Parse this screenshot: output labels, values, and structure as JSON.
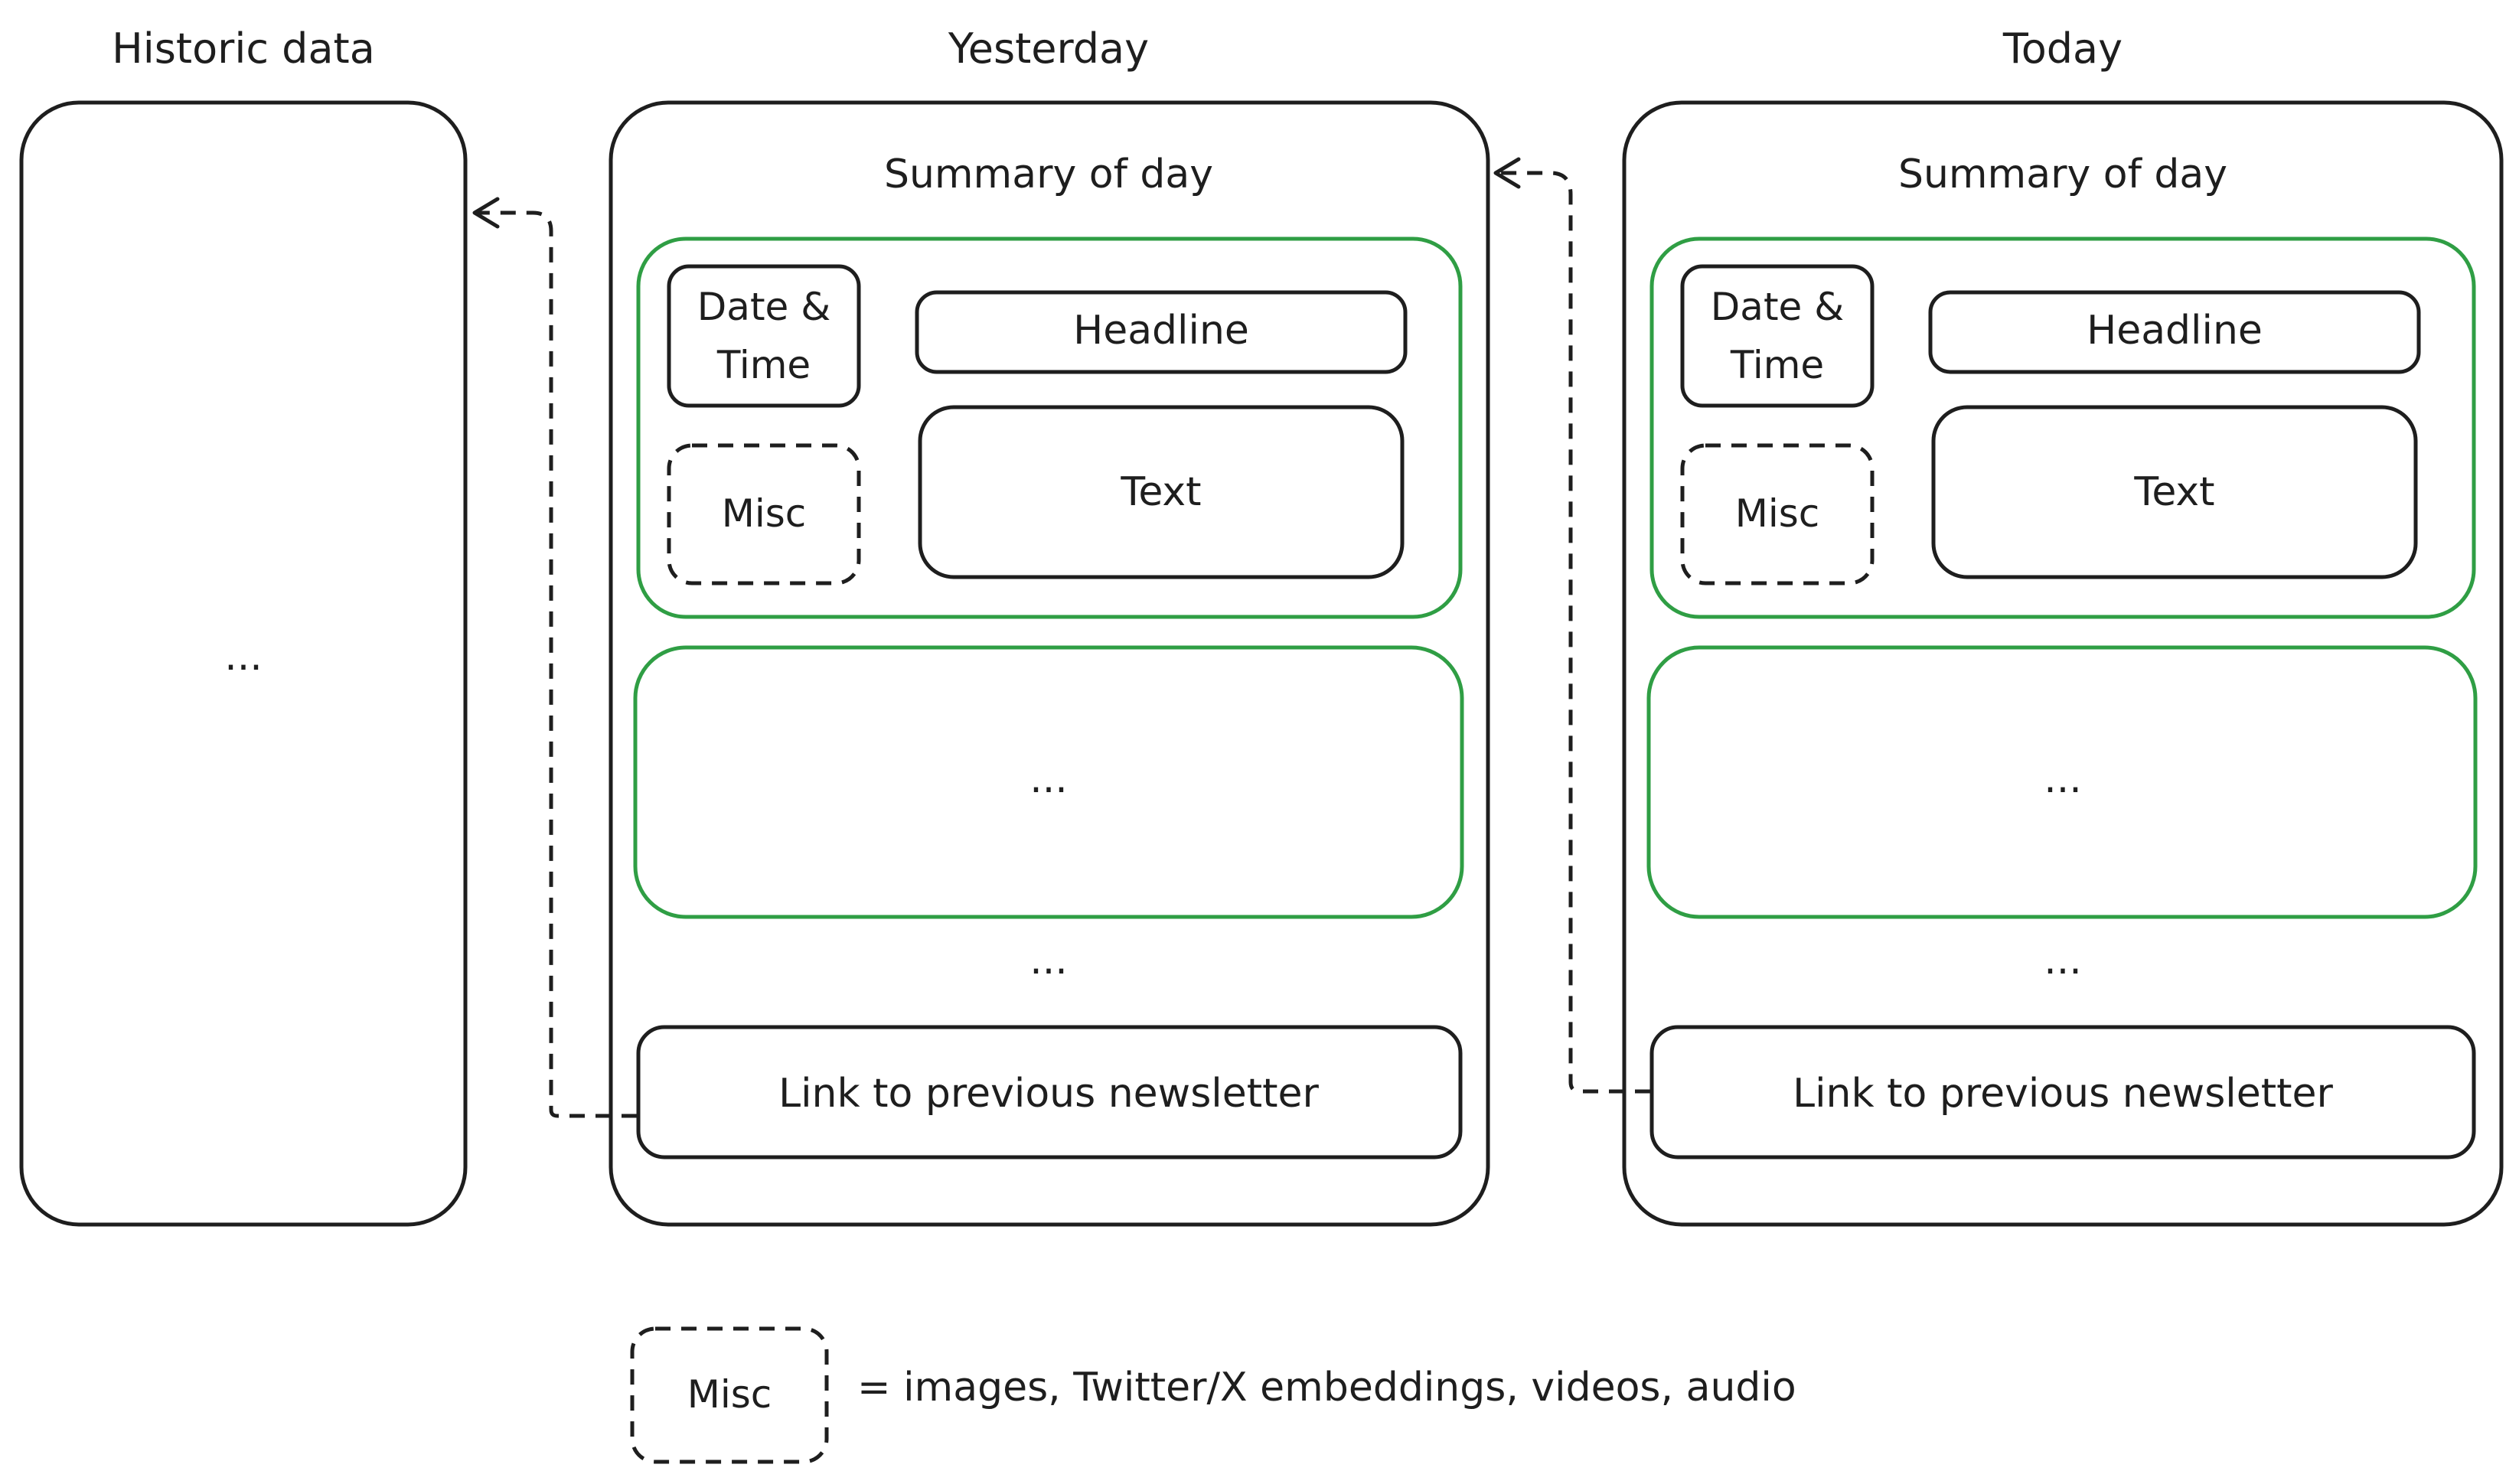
{
  "columns": {
    "historic": {
      "title": "Historic data",
      "content": "..."
    },
    "yesterday": {
      "title": "Yesterday",
      "summary": "Summary of day",
      "date_time_line1": "Date &",
      "date_time_line2": "Time",
      "headline": "Headline",
      "misc": "Misc",
      "text": "Text",
      "more_sections": "...",
      "more_items": "...",
      "link": "Link to previous newsletter"
    },
    "today": {
      "title": "Today",
      "summary": "Summary of day",
      "date_time_line1": "Date &",
      "date_time_line2": "Time",
      "headline": "Headline",
      "misc": "Misc",
      "text": "Text",
      "more_sections": "...",
      "more_items": "...",
      "link": "Link to previous newsletter"
    }
  },
  "legend": {
    "box_label": "Misc",
    "description": "= images, Twitter/X embeddings, videos, audio"
  },
  "colors": {
    "stroke": "#1e1e1e",
    "group_outline": "#2f9e44",
    "background": "#ffffff"
  }
}
